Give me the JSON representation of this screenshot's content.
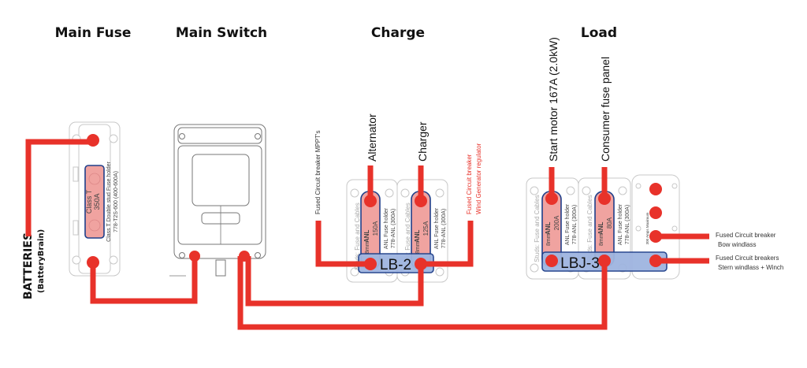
{
  "headings": {
    "main_fuse": "Main Fuse",
    "main_switch": "Main Switch",
    "charge": "Charge",
    "load": "Load"
  },
  "batteries": {
    "title": "BATTERIES",
    "subtitle": "(BatteryBrain)"
  },
  "main_fuse": {
    "fuse_type": "Class T",
    "rating": "350A",
    "desc1": "Class T Double stud Fuse holder",
    "desc2": "778-T2S-600 (400-600A)"
  },
  "charge": {
    "bus_label": "LB-2",
    "left_input": "Fused Circuit breaker MPPT's",
    "right_input_1": "Fused Circuit breaker",
    "right_input_2": "Wind Generator regulator",
    "fuses": [
      {
        "source": "Alternator",
        "size": "8mm",
        "type": "ANL",
        "rating": "150A",
        "holder1": "ANL Fuse holder",
        "holder2": "778-ANL (300A)",
        "studs": "Studs: Fuse and Cables"
      },
      {
        "source": "Charger",
        "size": "8mm",
        "type": "ANL",
        "rating": "125A",
        "holder1": "ANL Fuse holder",
        "holder2": "778-ANL (300A)",
        "studs": "Studs: Fuse and Cables"
      }
    ]
  },
  "load": {
    "bus_label": "LBJ-3",
    "breaker_block_label": "300 Amps Maximum",
    "fuses": [
      {
        "source": "Start motor 167A (2.0kW)",
        "size": "8mm",
        "type": "ANL",
        "rating": "200A",
        "holder1": "ANL Fuse holder",
        "holder2": "778-ANL (300A)",
        "studs": "Studs: Fuse and Cables"
      },
      {
        "source": "Consumer fuse panel",
        "size": "8mm",
        "type": "ANL",
        "rating": "80A",
        "holder1": "ANL Fuse holder",
        "holder2": "778-ANL (300A)",
        "studs": "Studs: Fuse and Cables"
      }
    ],
    "outputs": [
      {
        "line1": "Fused Circuit breaker",
        "line2": "Bow windlass"
      },
      {
        "line1": "Fused Circuit breakers",
        "line2": "Stern windlass + Winch"
      }
    ]
  },
  "colors": {
    "wire": "#e8322a",
    "fuse_fill": "#f0a3a0",
    "bus_fill": "#9fb5e0",
    "outline_blue": "#1f3f8a"
  }
}
